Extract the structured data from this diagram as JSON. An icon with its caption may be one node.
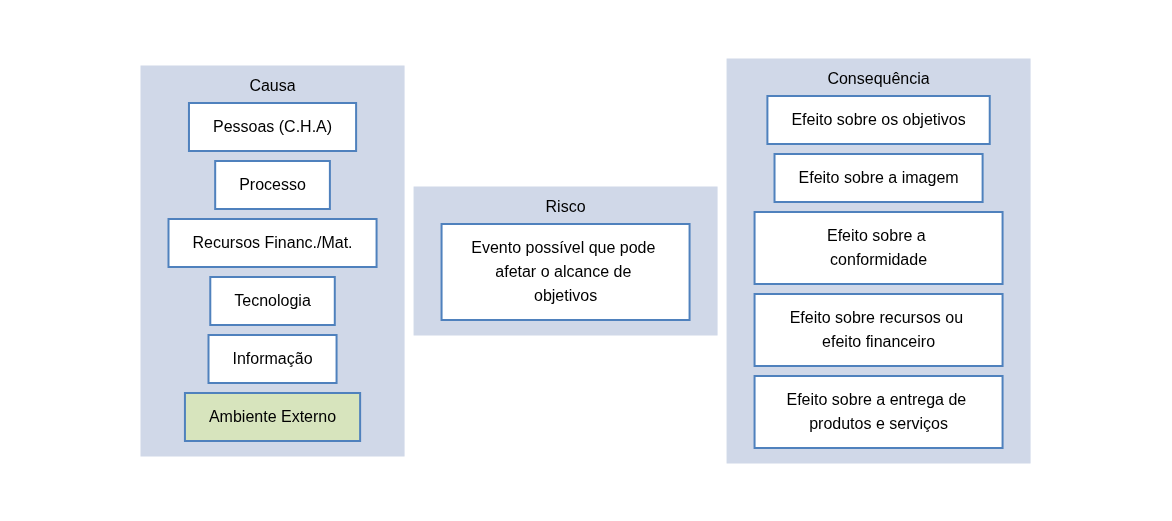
{
  "diagram": {
    "nodes": [
      {
        "text": [
          "Causa"
        ]
      },
      {
        "text": [
          "Pessoas (C.H.A)"
        ],
        "in": 0
      },
      {
        "text": [
          "Processo"
        ],
        "in": 0
      },
      {
        "text": [
          "Recursos Financ./Mat."
        ],
        "in": 0
      },
      {
        "text": [
          "Tecnologia"
        ],
        "in": 0
      },
      {
        "text": [
          "Informação"
        ],
        "in": 0
      },
      {
        "text": [
          "Ambiente Externo"
        ],
        "in": 0
      },
      {
        "text": [
          "Risco"
        ]
      },
      {
        "text": [
          "Evento possível que pode afetar o alcance de objetivos"
        ],
        "in": 7
      },
      {
        "text": [
          "Consequência"
        ]
      },
      {
        "text": [
          "Efeito sobre os objetivos"
        ],
        "in": 9
      },
      {
        "text": [
          "Efeito sobre a imagem"
        ],
        "in": 9
      },
      {
        "text": [
          "Efeito sobre a conformidade"
        ],
        "in": 9
      },
      {
        "text": [
          "Efeito sobre recursos ou efeito financeiro"
        ],
        "in": 9
      },
      {
        "text": [
          "Efeito sobre a entrega de produtos e serviços"
        ],
        "in": 9
      }
    ]
  }
}
